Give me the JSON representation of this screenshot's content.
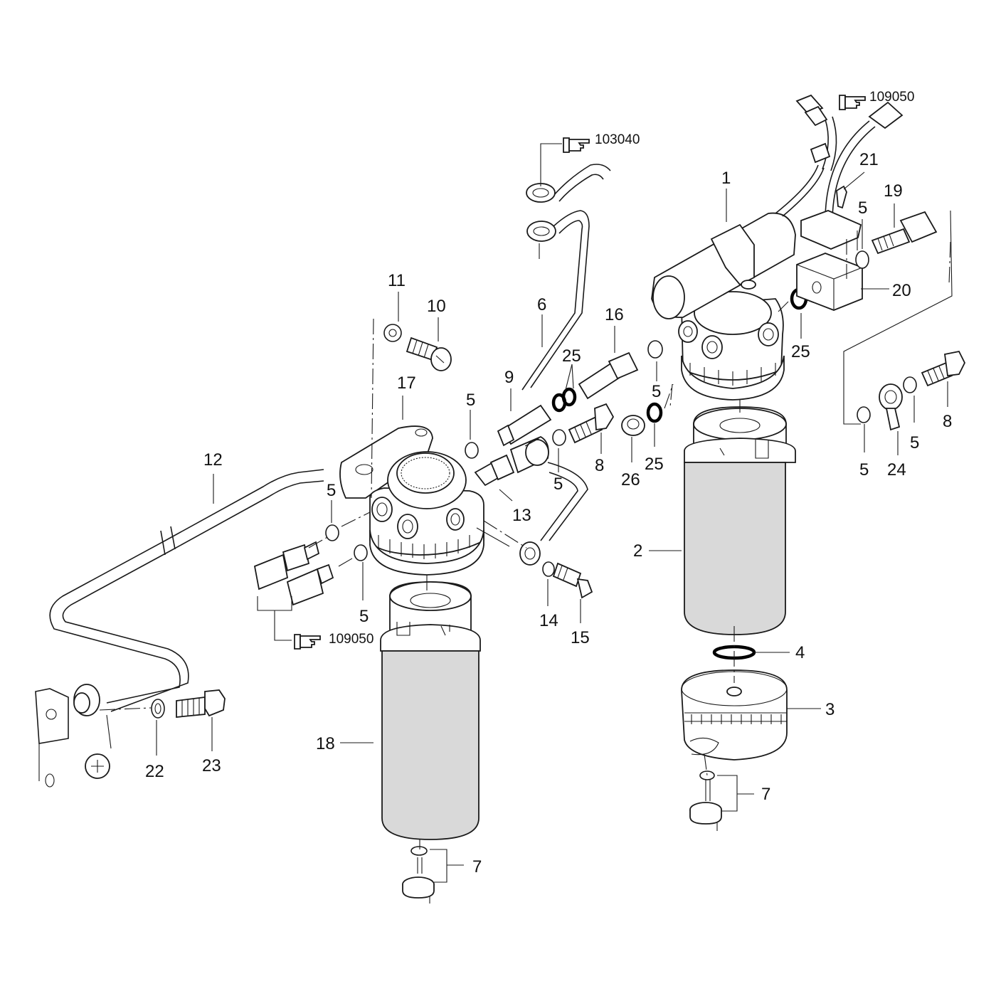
{
  "callouts": [
    "1",
    "2",
    "3",
    "4",
    "5",
    "6",
    "7",
    "8",
    "9",
    "10",
    "11",
    "12",
    "13",
    "14",
    "15",
    "16",
    "17",
    "18",
    "19",
    "20",
    "21",
    "22",
    "23",
    "24",
    "25",
    "26"
  ],
  "references": {
    "hose_ref": "103040",
    "harness_ref_right": "109050",
    "harness_ref_left": "109050"
  },
  "icons": {
    "reference": "pointing-hand-icon"
  },
  "colors": {
    "line": "#1a1a1a",
    "filter_fill": "#d9d9d9",
    "background": "#ffffff"
  }
}
